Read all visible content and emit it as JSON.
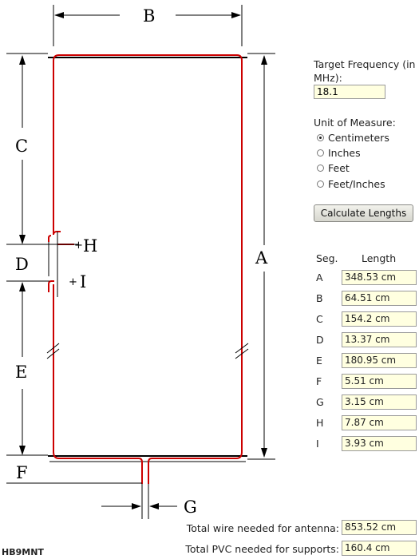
{
  "diagram": {
    "labels": {
      "A": "A",
      "B": "B",
      "C": "C",
      "D": "D",
      "E": "E",
      "F": "F",
      "G": "G",
      "H": "H",
      "I": "I"
    },
    "plus": "+"
  },
  "form": {
    "target_frequency_label": "Target Frequency (in MHz):",
    "target_frequency_value": "18.1",
    "unit_label": "Unit of Measure:",
    "units": [
      {
        "label": "Centimeters",
        "selected": true
      },
      {
        "label": "Inches",
        "selected": false
      },
      {
        "label": "Feet",
        "selected": false
      },
      {
        "label": "Feet/Inches",
        "selected": false
      }
    ],
    "calculate_label": "Calculate Lengths"
  },
  "results": {
    "seg_header": "Seg.",
    "length_header": "Length",
    "segments": [
      {
        "name": "A",
        "value": "348.53 cm"
      },
      {
        "name": "B",
        "value": "64.51 cm"
      },
      {
        "name": "C",
        "value": "154.2 cm"
      },
      {
        "name": "D",
        "value": "13.37 cm"
      },
      {
        "name": "E",
        "value": "180.95 cm"
      },
      {
        "name": "F",
        "value": "5.51 cm"
      },
      {
        "name": "G",
        "value": "3.15 cm"
      },
      {
        "name": "H",
        "value": "7.87 cm"
      },
      {
        "name": "I",
        "value": "3.93 cm"
      }
    ],
    "total_wire_label": "Total wire needed for antenna:",
    "total_wire_value": "853.52 cm",
    "total_pvc_label": "Total PVC needed for supports:",
    "total_pvc_value": "160.4 cm"
  },
  "credit": "HB9MNT",
  "colors": {
    "wire": "#cc0000",
    "support": "#000000",
    "field_bg": "#ffffe0"
  }
}
